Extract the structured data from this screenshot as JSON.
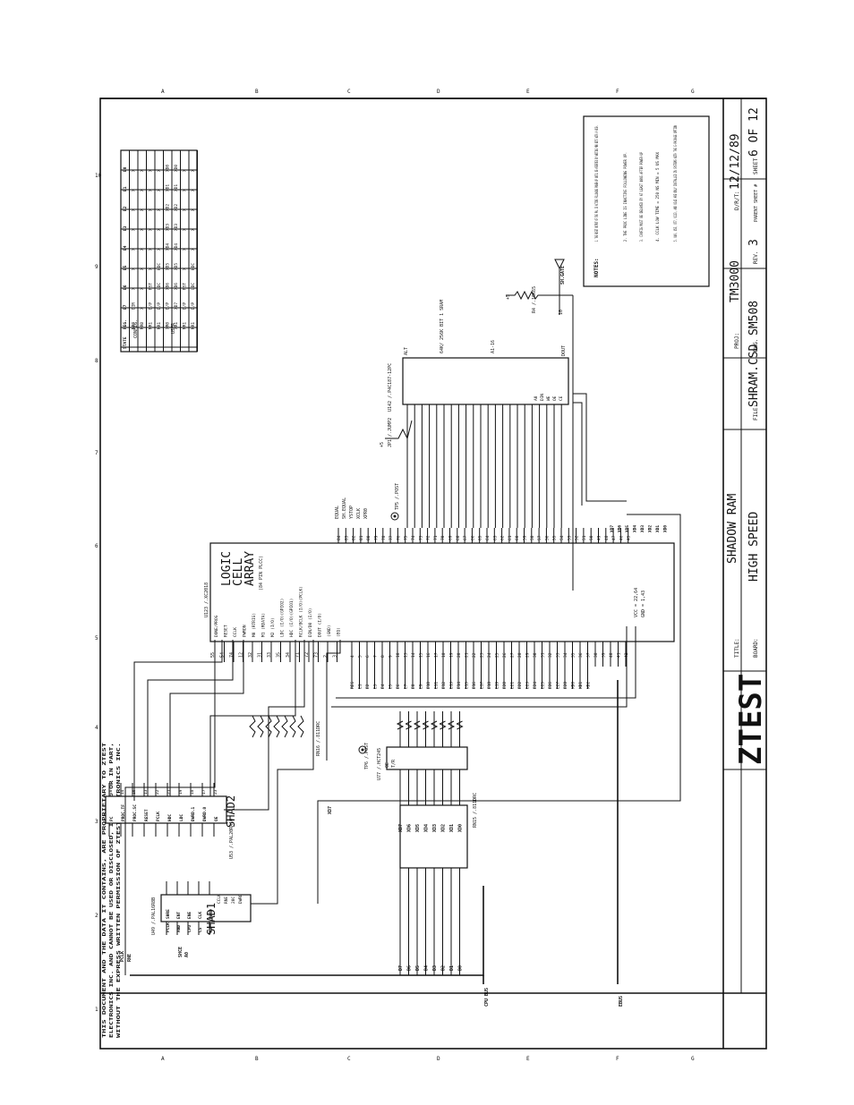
{
  "title_block": {
    "company_logo": "ZTEST",
    "title_label": "TITLE:",
    "title": "SHADOW RAM",
    "board_label": "BOARD:",
    "board": "HIGH SPEED",
    "file_label": "FILE:",
    "file": "SHRAM.CSD",
    "proj_label": "PROJ:",
    "proj": "TM3000",
    "dwg_label": "DWG.",
    "dwg": "SM508",
    "rev_label": "REV.",
    "rev": "3",
    "parent_label": "PARENT SHEET #",
    "date_label": "D/R/T:",
    "date": "12/12/89",
    "sheet_label": "SHEET",
    "sheet": "6 OF 12",
    "proprietary_line1": "THIS DOCUMENT AND THE DATA IT CONTAINS, ARE PROPRIETARY TO ZTEST",
    "proprietary_line2": "ELECTRONICS INC. AND CANNOT BE USED OR DISCLOSED, IN WHOLE OR IN PART,",
    "proprietary_line3": "WITHOUT THE EXPRESS WRITTEN PERMISSION OF ZTEST ELECTRONICS INC."
  },
  "border": {
    "col_markers": [
      "A",
      "B",
      "C",
      "D",
      "E",
      "F",
      "G"
    ],
    "row_markers": [
      "1",
      "2",
      "3",
      "4",
      "5",
      "6",
      "7",
      "8",
      "9",
      "10"
    ]
  },
  "notes": {
    "header": "NOTES:",
    "items": [
      "1. THE RESET OUTPUT OF THE PAL IS ACTIVE FOLLOWING POWER-UP UNTIL DE-ASSERTED BY WRITING MR0 BITS WITH A HIGH.",
      "2. THE PROC LINE IS INACTIVE FOLLOWING POWER UP.",
      "3. CONFIG MUST BE DELAYED BY AT LEAST 40NS AFTER POWER-UP",
      "4. CCLK LOW TIME = 250 NS MIN = 5 US MAX",
      "5. U49, U53, U77, U123, AND U142 ARE ONLY INSTALLED IN SYSTEMS WITH THE E-PACKAGE OPTION"
    ]
  },
  "state_table": {
    "headers": [
      "STATE",
      "REG.",
      "B7",
      "B6",
      "B5",
      "B4",
      "B3",
      "B2",
      "B1",
      "B0"
    ],
    "config_label": "CONFIG.",
    "user_label": "USER",
    "rows": [
      [
        "MR0",
        "DIR",
        "X",
        "X",
        "X",
        "X",
        "X",
        "X",
        "X"
      ],
      [
        "MR0",
        "X",
        "X",
        "X",
        "X",
        "X",
        "X",
        "X",
        "X"
      ],
      [
        "MR1",
        "D/P",
        "RST",
        "X",
        "X",
        "X",
        "X",
        "X",
        "X"
      ],
      [
        "MR1",
        "D/P",
        "LDC",
        "HDC",
        "X",
        "X",
        "X",
        "X",
        "X"
      ],
      [
        "XR0",
        "D/P",
        "XD6",
        "XD5",
        "XD4",
        "XD3",
        "XD2",
        "XD1",
        "XD0"
      ],
      [
        "XR1",
        "XD7",
        "XD6",
        "XD5",
        "XD4",
        "XD3",
        "XD2",
        "XD1",
        "XD0"
      ],
      [
        "MR1",
        "D/P",
        "RST",
        "X",
        "X",
        "X",
        "X",
        "X",
        "X"
      ],
      [
        "MR1",
        "D/P",
        "LDC",
        "HDC",
        "X",
        "X",
        "X",
        "X",
        "X"
      ]
    ]
  },
  "lca": {
    "ref": "U123 /.XC2018",
    "name_line1": "LOGIC",
    "name_line2": "CELL",
    "name_line3": "ARRAY",
    "package": "(84 PIN PLCC)",
    "power": "VCC = 22,64",
    "ground": "GND = 1,43",
    "left_pins": [
      {
        "pin": "55",
        "name": "DONE/PROG"
      },
      {
        "pin": "54",
        "name": "RESET"
      },
      {
        "pin": "74",
        "name": "CCLK"
      },
      {
        "pin": "12",
        "name": "PWRDN"
      },
      {
        "pin": "32",
        "name": "M0 (RTRIG)"
      },
      {
        "pin": "31",
        "name": "M1 (RDATA)"
      },
      {
        "pin": "33",
        "name": "M2 (I/O)"
      },
      {
        "pin": "35",
        "name": "LDC (I/O)(GPIO2)"
      },
      {
        "pin": "34",
        "name": "HDC (I/O)(GPIO1)"
      },
      {
        "pin": "71",
        "name": "RCLK/BCLK (I/O)(PCLK)"
      },
      {
        "pin": "72",
        "name": "DIN/D0 (I/O)"
      },
      {
        "pin": "73",
        "name": "DOUT (I/O)"
      },
      {
        "pin": "2",
        "name": "(GND)"
      },
      {
        "pin": "3",
        "name": "(EQ)"
      }
    ],
    "top_pins": [
      "84",
      "83",
      "82",
      "81",
      "80",
      "79",
      "78",
      "77",
      "76",
      "75",
      "74",
      "73",
      "72",
      "71",
      "70",
      "69",
      "68",
      "67",
      "66",
      "65",
      "64",
      "63",
      "62",
      "61",
      "60",
      "59",
      "58",
      "57",
      "56",
      "55",
      "54",
      "53",
      "52",
      "51",
      "50",
      "49",
      "48",
      "47",
      "46",
      "45"
    ],
    "bottom_pins": [
      "4",
      "5",
      "6",
      "7",
      "8",
      "9",
      "10",
      "13",
      "14",
      "15",
      "16",
      "17",
      "18",
      "19",
      "20",
      "21",
      "22",
      "23",
      "24",
      "25",
      "26",
      "27",
      "28",
      "29",
      "30",
      "31",
      "32",
      "33",
      "34",
      "35",
      "36",
      "37",
      "38",
      "39",
      "40",
      "41",
      "42"
    ],
    "bottom_signals": [
      "REG",
      "E1",
      "E2",
      "E3",
      "E4",
      "E5",
      "E6",
      "E7",
      "E8",
      "E9",
      "E10",
      "E11",
      "E12",
      "E13",
      "E14",
      "E15",
      "E16",
      "E17",
      "E18",
      "E19",
      "E20",
      "E21",
      "E22",
      "E23",
      "E24",
      "E25",
      "E26",
      "E27",
      "E28",
      "XD0",
      "XD1",
      "XD2"
    ]
  },
  "ram": {
    "ref": "U142 /.P4C187-12PC",
    "type": "64K/ 256K BIT 1 SRAM",
    "addr_bus": "A1-16",
    "alt": "ALT",
    "pins": [
      "A0",
      "DIN",
      "WE",
      "OE",
      "CE",
      "DOUT"
    ],
    "dout_pin": "10",
    "resistor": "R4 /.10K65",
    "net_gate": "SH.GATE"
  },
  "pal1": {
    "ref": "U49 /.PAL16R8B",
    "name": "SHAD1",
    "pins_left": [
      "PCLK",
      "AND",
      "CPU",
      "CS",
      "A0"
    ],
    "pins_right": [
      "SHRE",
      "ENT",
      "ENE",
      "CLK",
      "DWRD"
    ],
    "nets": [
      "CCLK",
      "RNE",
      "20C",
      "DWRD"
    ]
  },
  "pal2": {
    "ref": "U53 /.PAL20RA10",
    "name": "SHAD2",
    "pins": [
      "PC",
      "PROC.TF",
      "PROC.SC",
      "RESET",
      "PCLK",
      "HDC",
      "LDC",
      "DWRD.1",
      "DWRD.0",
      "OE"
    ],
    "pin_numbers": [
      "20",
      "14",
      "16",
      "13",
      "22",
      "21",
      "19",
      "18",
      "17",
      "23"
    ]
  },
  "buffer": {
    "ref": "U77 /.HCT245",
    "pins": [
      "OE",
      "T/R"
    ],
    "resistor_net": "RN15 /.811DRC",
    "resistor_net2": "RN16 /.811DRC"
  },
  "nets": {
    "cpu_bus": "CPU BUS",
    "ebus": "EBUS",
    "tp5": "TP5 /.POST",
    "tp6": "TP6 /.POST",
    "jumper": "JP1 /.JUMP2",
    "equal": "EQUAL",
    "sh_equal": "SH.EQUAL",
    "ystop": "YSTOP",
    "xclk": "XCLK",
    "xpr0": "XPR0",
    "xd7": "XD7",
    "plus5": "+5",
    "data_bits": [
      "D7",
      "D6",
      "D5",
      "D4",
      "D3",
      "D2",
      "D1",
      "D0"
    ],
    "xd_bits": [
      "XD7",
      "XD6",
      "XD5",
      "XD4",
      "XD3",
      "XD2",
      "XD1",
      "XD0"
    ],
    "cpu_side": [
      "PCLK",
      "RNE",
      "SHCE",
      "A0"
    ]
  }
}
